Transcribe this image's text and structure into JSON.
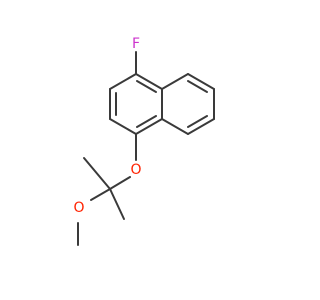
{
  "molecule": {
    "atoms": {
      "fluorine": "F",
      "ether_oxygen": "O",
      "methoxy_oxygen": "O"
    },
    "colors": {
      "bond": "#3a3a3a",
      "fluorine": "#cc33cc",
      "oxygen": "#ff2200"
    }
  }
}
